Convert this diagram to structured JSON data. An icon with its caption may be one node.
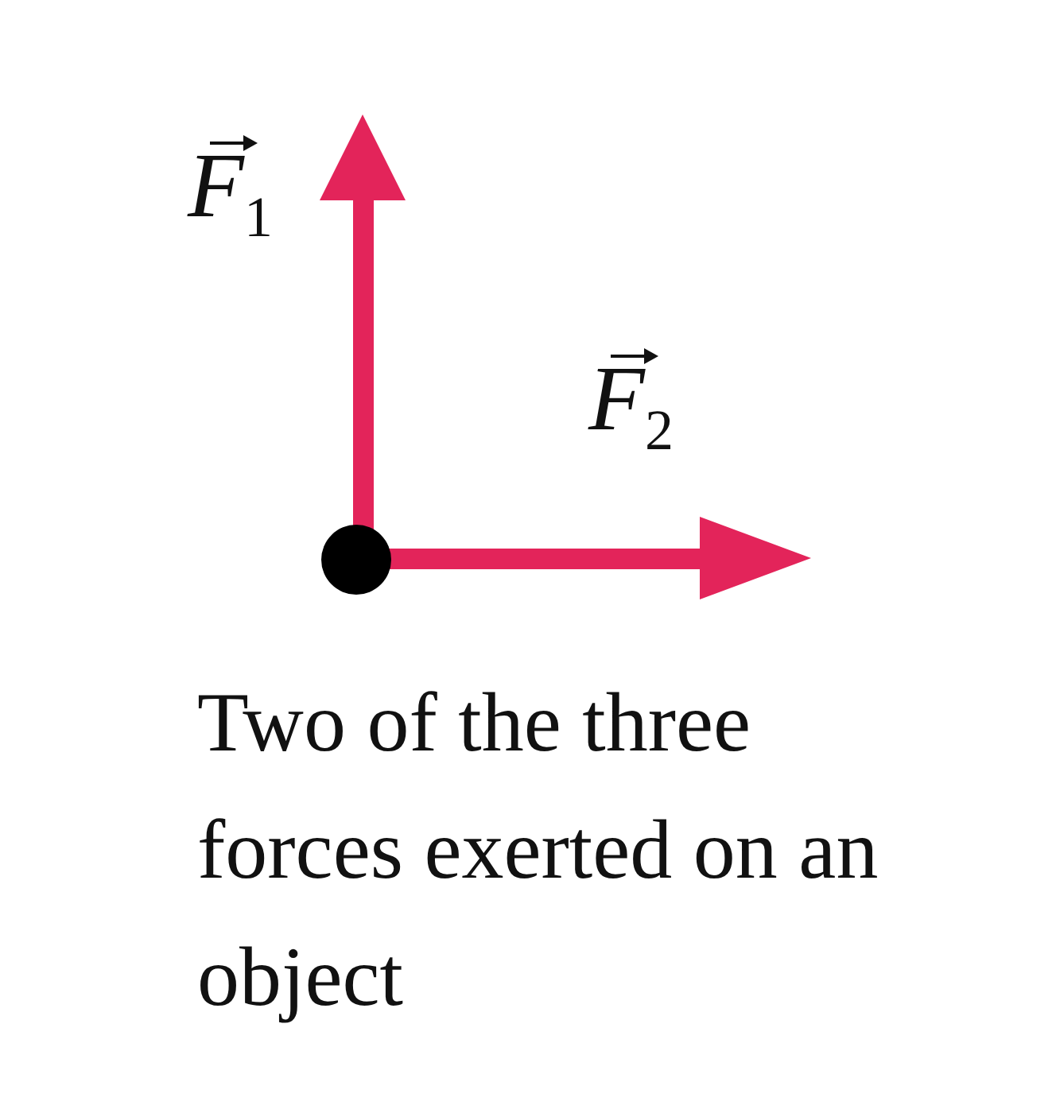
{
  "diagram": {
    "caption": "Two of the three forces exerted on an object",
    "labels": [
      "*F*$_{1}$",
      "*F*$_{2}$"
    ]
  }
}
